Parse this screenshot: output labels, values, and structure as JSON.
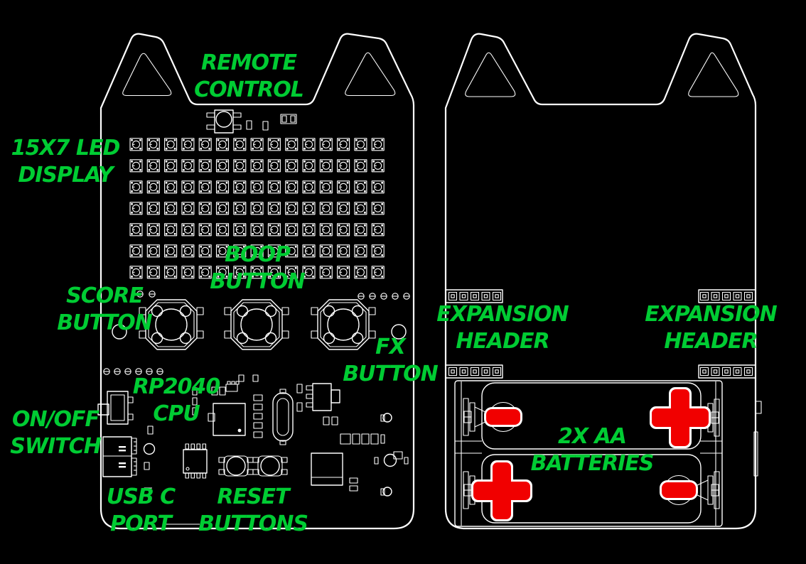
{
  "colors": {
    "background": "#000000",
    "white": "#ffffff",
    "green": "#00cc33",
    "red": "#f10000"
  },
  "labels": {
    "remote_control": [
      "REMOTE",
      "CONTROL"
    ],
    "led_display": [
      "15X7 LED",
      "DISPLAY"
    ],
    "boop_button": [
      "BOOP",
      "BUTTON"
    ],
    "score_button": [
      "SCORE",
      "BUTTON"
    ],
    "fx_button": [
      "FX",
      "BUTTON"
    ],
    "rp2040_cpu": [
      "RP2040",
      "CPU"
    ],
    "onoff_switch": [
      "ON/OFF",
      "SWITCH"
    ],
    "usb_c_port": [
      "USB C",
      "PORT"
    ],
    "reset_buttons": [
      "RESET",
      "BUTTONS"
    ],
    "expansion_header_left": [
      "EXPANSION",
      "HEADER"
    ],
    "expansion_header_right": [
      "EXPANSION",
      "HEADER"
    ],
    "batteries": [
      "2X AA",
      "BATTERIES"
    ]
  },
  "led_matrix": {
    "cols": 15,
    "rows": 7
  },
  "expansion_headers": {
    "count": 4,
    "pads_per_header": 5
  },
  "battery_polarity": {
    "top_battery": {
      "left": "minus",
      "right": "plus"
    },
    "bottom_battery": {
      "left": "plus",
      "right": "minus"
    }
  }
}
